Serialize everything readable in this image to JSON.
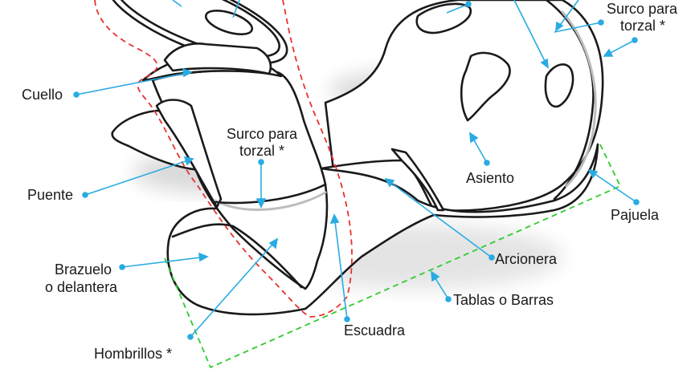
{
  "colors": {
    "outline": "#1a1a1a",
    "leader": "#29abe2",
    "red_dash": "#e8312f",
    "green_dash": "#2ecc2e",
    "shadow": "#d9d9d9",
    "groove": "#bdbdbd"
  },
  "labels": {
    "cuello": "Cuello",
    "puente": "Puente",
    "brazuelo_1": "Brazuelo",
    "brazuelo_2": "o delantera",
    "hombrillos": "Hombrillos *",
    "surco_center_1": "Surco para",
    "surco_center_2": "torzal *",
    "surco_right_1": "Surco para",
    "surco_right_2": "torzal *",
    "asiento": "Asiento",
    "pajuela": "Pajuela",
    "arcionera": "Arcionera",
    "tablas": "Tablas o Barras",
    "escuadra": "Escuadra"
  }
}
